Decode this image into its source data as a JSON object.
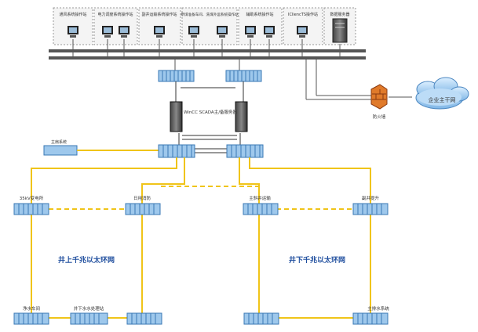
{
  "top_stations": [
    {
      "label": "通风系统操作站"
    },
    {
      "label": "电力调度系统操作站"
    },
    {
      "label": "副井运输系统操作站"
    },
    {
      "label": "原煤准备车间、洗煤外运系统操作站"
    },
    {
      "label": "辅助系统操作站"
    },
    {
      "label": "ICIiencTS操作站"
    },
    {
      "label": "数据服务器"
    }
  ],
  "scada_label": "WinCC SCADA主/备服务器",
  "firewall_label": "防火墙",
  "enterprise_label": "企业主干网",
  "main_system_label": "主扇系统",
  "ring_nodes": {
    "n1": "35kV变电所",
    "n2": "日用消防",
    "n3": "主斜井运输",
    "n4": "副井提升",
    "b1": "净水车间",
    "b2": "井下水水处理站",
    "b3": "",
    "b4": "主排水系统"
  },
  "network_labels": {
    "above_ground": "井上千兆以太环网",
    "underground": "井下千兆以太环网"
  },
  "colors": {
    "ring": "#f0c419",
    "switch_fill": "#9ec8ec",
    "switch_stroke": "#3a78b5",
    "bus": "#6a6a6a",
    "network_text": "#1f4e9e"
  }
}
